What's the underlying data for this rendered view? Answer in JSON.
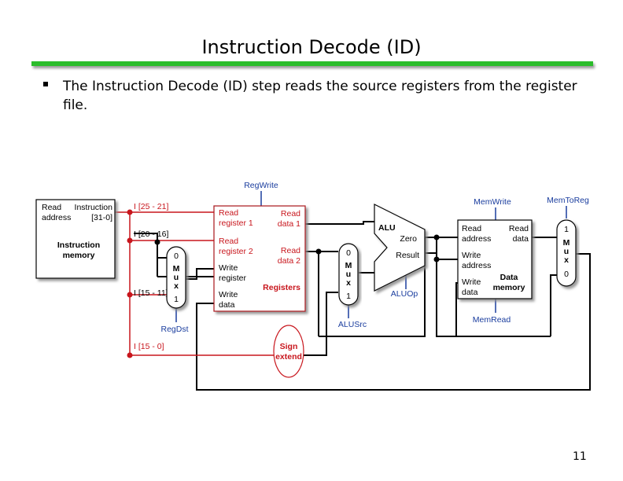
{
  "slide": {
    "title": "Instruction Decode (ID)",
    "bullet": "The Instruction Decode (ID) step reads the source registers from the register file.",
    "page_number": "11"
  },
  "diagram": {
    "instruction_memory": {
      "read": "Read",
      "address": "address",
      "instruction": "Instruction",
      "range": "[31-0]",
      "name_line1": "Instruction",
      "name_line2": "memory"
    },
    "fields": {
      "rs": "I [25 - 21]",
      "rt": "I [20 - 16]",
      "rd": "I [15 - 11]",
      "imm": "I [15 - 0]"
    },
    "registers": {
      "read_register1_l1": "Read",
      "read_register1_l2": "register 1",
      "read_register2_l1": "Read",
      "read_register2_l2": "register 2",
      "write_register_l1": "Write",
      "write_register_l2": "register",
      "write_data_l1": "Write",
      "write_data_l2": "data",
      "read_data1_l1": "Read",
      "read_data1_l2": "data 1",
      "read_data2_l1": "Read",
      "read_data2_l2": "data 2",
      "name": "Registers"
    },
    "mux_regdst": {
      "top": "0",
      "m": "M",
      "u": "u",
      "x": "x",
      "bottom": "1"
    },
    "mux_alusrc": {
      "top": "0",
      "m": "M",
      "u": "u",
      "x": "x",
      "bottom": "1"
    },
    "mux_memtoreg": {
      "top": "1",
      "m": "M",
      "u": "u",
      "x": "x",
      "bottom": "0"
    },
    "sign_extend": {
      "line1": "Sign",
      "line2": "extend"
    },
    "alu": {
      "name": "ALU",
      "zero": "Zero",
      "result": "Result"
    },
    "data_memory": {
      "read_address_l1": "Read",
      "read_address_l2": "address",
      "write_address_l1": "Write",
      "write_address_l2": "address",
      "write_data_l1": "Write",
      "write_data_l2": "data",
      "read_data_l1": "Read",
      "read_data_l2": "data",
      "name_l1": "Data",
      "name_l2": "memory"
    },
    "controls": {
      "regwrite": "RegWrite",
      "regdst": "RegDst",
      "alusrc": "ALUSrc",
      "aluop": "ALUOp",
      "memwrite": "MemWrite",
      "memread": "MemRead",
      "memtoreg": "MemToReg"
    },
    "colors": {
      "active": "#c8161d",
      "control": "#1a3d9e",
      "wire": "#000000",
      "title_rule": "#2bbd2b"
    }
  }
}
